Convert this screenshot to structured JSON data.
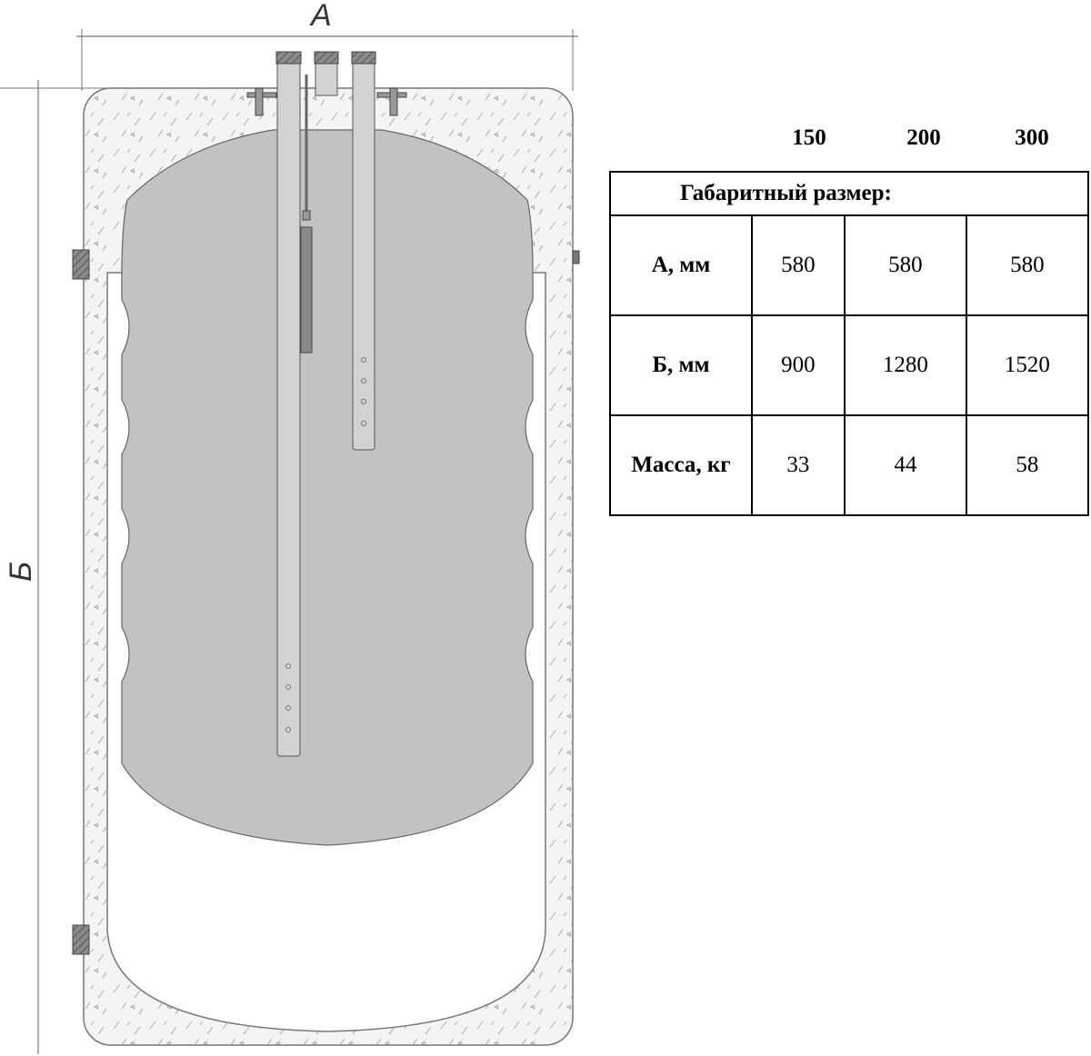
{
  "drawing": {
    "dim_width_label": "A",
    "dim_height_label": "Б",
    "colors": {
      "tank": "#c2c2c2",
      "pipe": "#d2d2d2",
      "insulation": "#f3f3f3",
      "hatch": "#7a7a7a"
    }
  },
  "table": {
    "columns": [
      "150",
      "200",
      "300"
    ],
    "title": "Габаритный размер:",
    "rows": [
      {
        "label": "А, мм",
        "values": [
          "580",
          "580",
          "580"
        ]
      },
      {
        "label": "Б, мм",
        "values": [
          "900",
          "1280",
          "1520"
        ]
      },
      {
        "label": "Масса, кг",
        "values": [
          "33",
          "44",
          "58"
        ]
      }
    ]
  }
}
